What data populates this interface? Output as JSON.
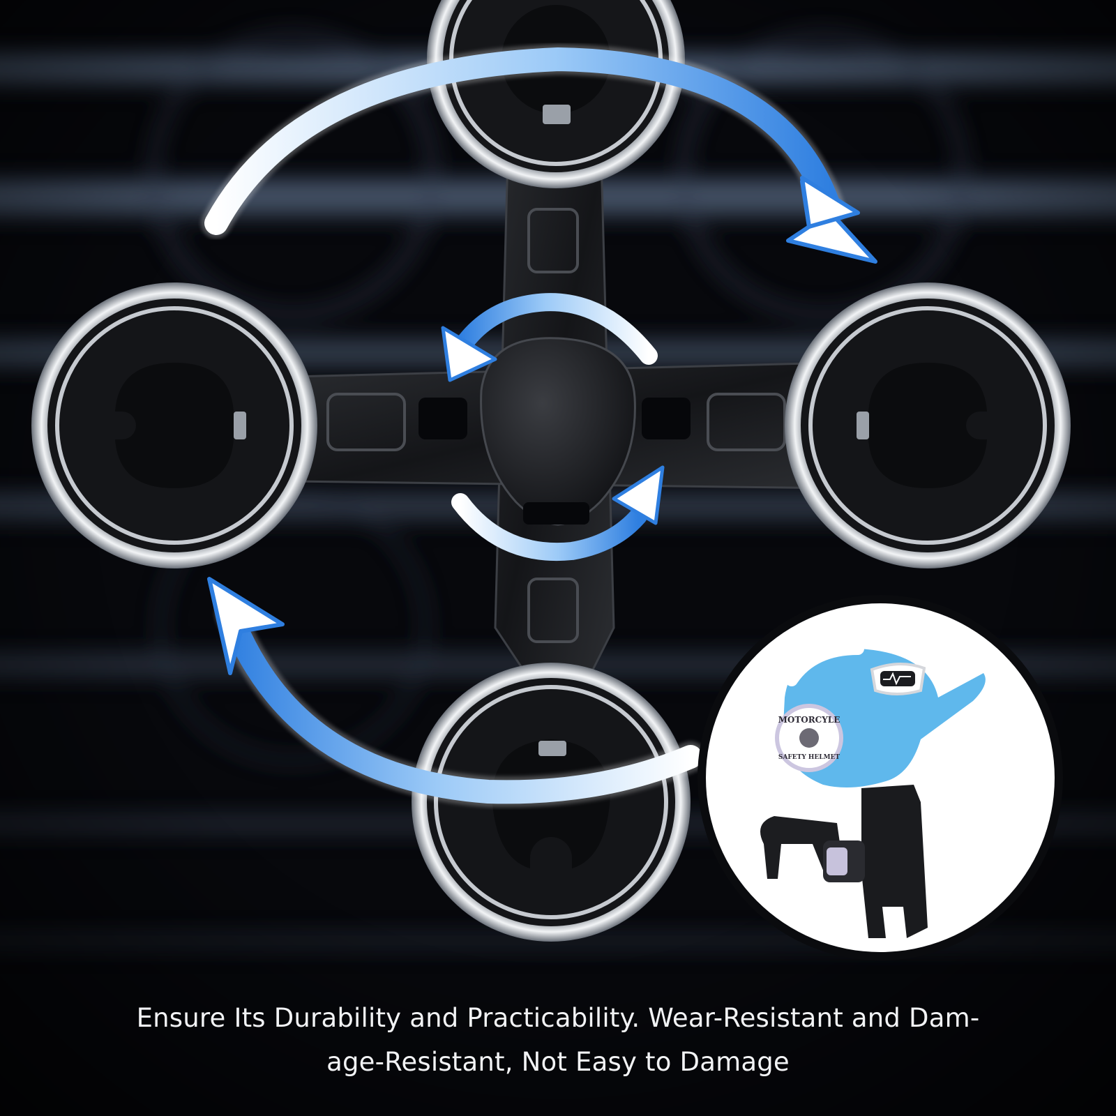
{
  "caption": {
    "line1": "Ensure Its Durability and Practicability. Wear-Resistant and Dam-",
    "line2": "age-Resistant, Not Easy to Damage"
  },
  "inset": {
    "helmet_label_top": "MOTORCYLE",
    "helmet_label_bottom": "SAFETY HELMET"
  },
  "colors": {
    "background": "#07080c",
    "arrow_blue": "#2f7fe0",
    "helmet_blue": "#5fb8ec",
    "metal": "#c9cdd3"
  }
}
